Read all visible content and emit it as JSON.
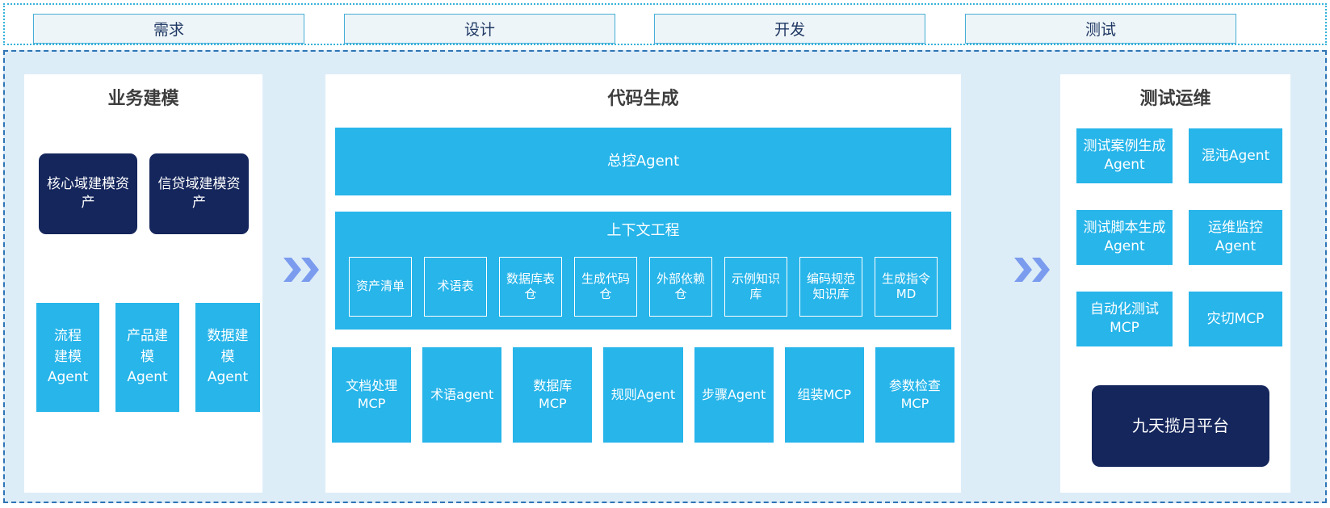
{
  "colors": {
    "accent_cyan": "#27b5ea",
    "dark_navy": "#15265c",
    "arrow_blue": "#7b9cee",
    "container_bg": "#ddedf8",
    "phase_border": "#46aed6",
    "dashed_border": "#2e74b5",
    "dotted_border": "#35b2da"
  },
  "phases": {
    "requirements": "需求",
    "design": "设计",
    "development": "开发",
    "testing": "测试"
  },
  "business_modeling": {
    "title": "业务建模",
    "assets": [
      "核心域建模资产",
      "信贷域建模资产"
    ],
    "agents": [
      "流程建模Agent",
      "产品建模Agent",
      "数据建模Agent"
    ]
  },
  "code_generation": {
    "title": "代码生成",
    "master_agent": "总控Agent",
    "context_engineering": {
      "title": "上下文工程",
      "items": [
        "资产清单",
        "术语表",
        "数据库表仓",
        "生成代码仓",
        "外部依赖仓",
        "示例知识库",
        "编码规范知识库",
        "生成指令MD"
      ]
    },
    "workers": [
      "文档处理MCP",
      "术语agent",
      "数据库MCP",
      "规则Agent",
      "步骤Agent",
      "组装MCP",
      "参数检查MCP"
    ]
  },
  "test_ops": {
    "title": "测试运维",
    "boxes": [
      "测试案例生成Agent",
      "混沌Agent",
      "测试脚本生成Agent",
      "运维监控Agent",
      "自动化测试MCP",
      "灾切MCP"
    ],
    "platform": "九天揽月平台"
  }
}
